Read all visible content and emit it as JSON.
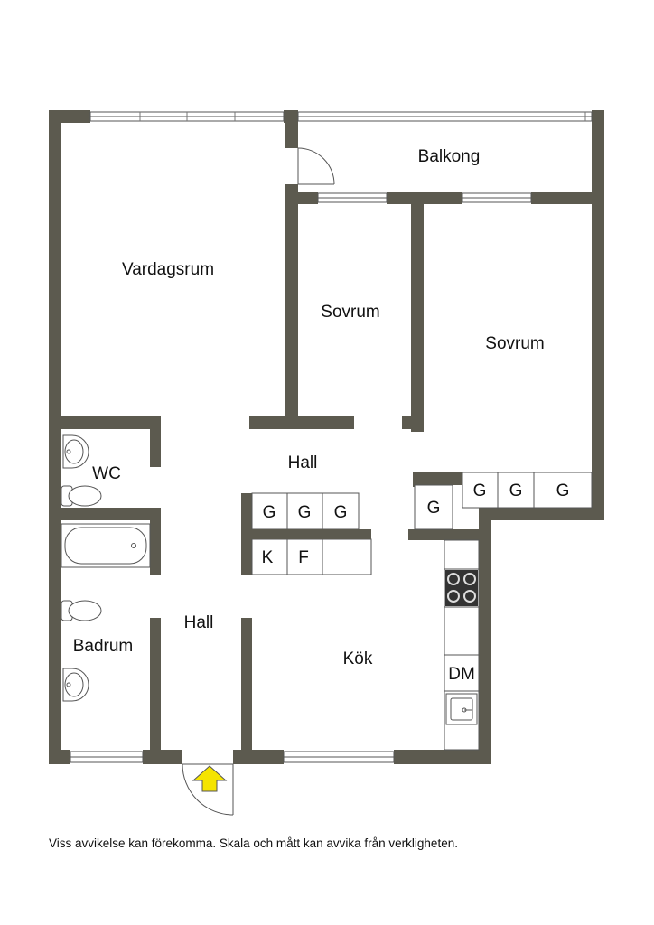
{
  "rooms": {
    "vardagsrum": "Vardagsrum",
    "balkong": "Balkong",
    "sovrum_small": "Sovrum",
    "sovrum_large": "Sovrum",
    "hall_upper": "Hall",
    "hall_lower": "Hall",
    "wc": "WC",
    "badrum": "Badrum",
    "kok": "Kök"
  },
  "storage": {
    "hall_wardrobes": [
      "G",
      "G",
      "G"
    ],
    "hall_lower_units": [
      "K",
      "F",
      ""
    ],
    "bedroom_wardrobes": [
      "G",
      "G",
      "G"
    ],
    "kitchen_closet": "G",
    "dishwasher": "DM"
  },
  "colors": {
    "wall": "#5c5a4f",
    "fixture_stroke": "#555555",
    "entrance_arrow": "#f5e400"
  },
  "icons": {
    "entrance": "entrance-arrow-icon",
    "stove": "stove-icon",
    "sink": "kitchen-sink-icon",
    "toilet": "toilet-icon",
    "bathtub": "bathtub-icon",
    "washbasin": "washbasin-icon"
  },
  "disclaimer": "Viss avvikelse kan förekomma. Skala och mått kan avvika från verkligheten."
}
